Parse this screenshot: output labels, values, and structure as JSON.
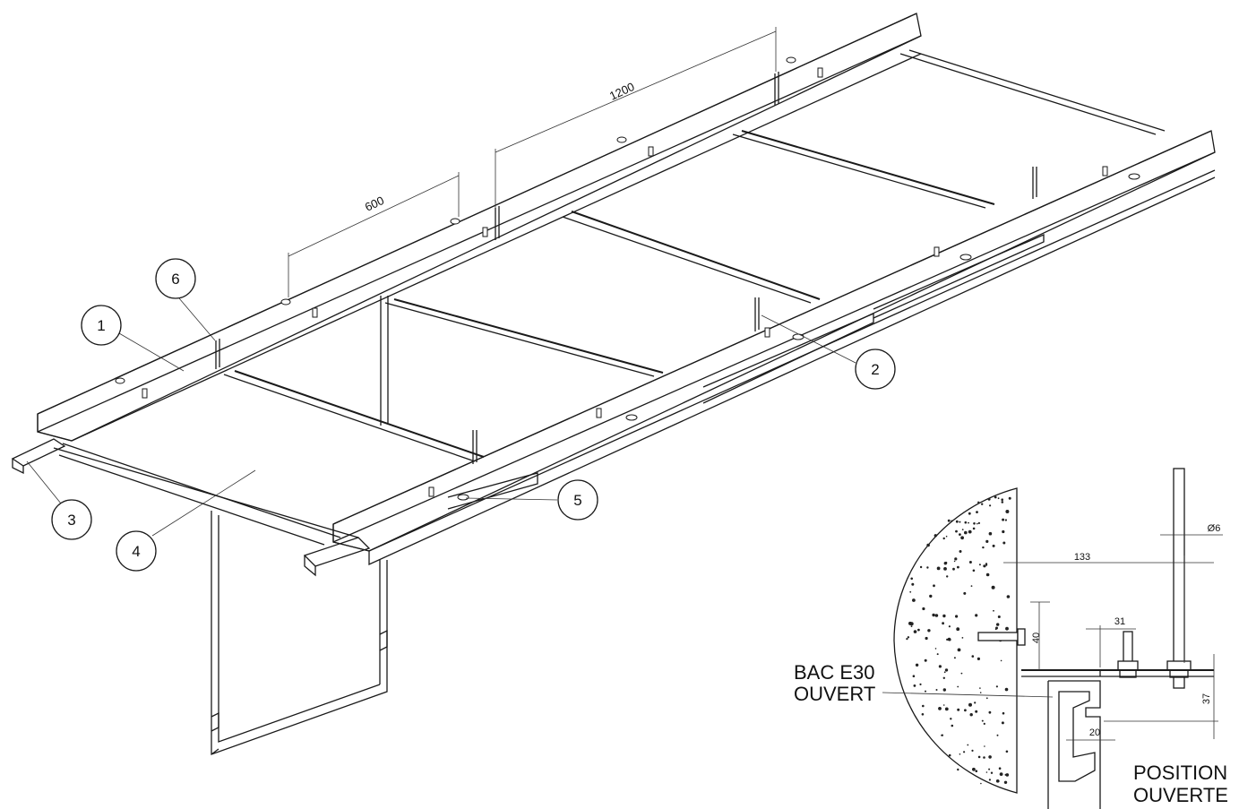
{
  "dimensions": {
    "span_1200": "1200",
    "span_600": "600",
    "detail_133": "133",
    "detail_31": "31",
    "detail_40": "40",
    "detail_37": "37",
    "detail_20": "20",
    "detail_diameter": "Ø6"
  },
  "callouts": [
    "1",
    "2",
    "3",
    "4",
    "5",
    "6"
  ],
  "labels": {
    "bac_line1": "BAC E30",
    "bac_line2": "OUVERT",
    "position_line1": "POSITION",
    "position_line2": "OUVERTE"
  }
}
